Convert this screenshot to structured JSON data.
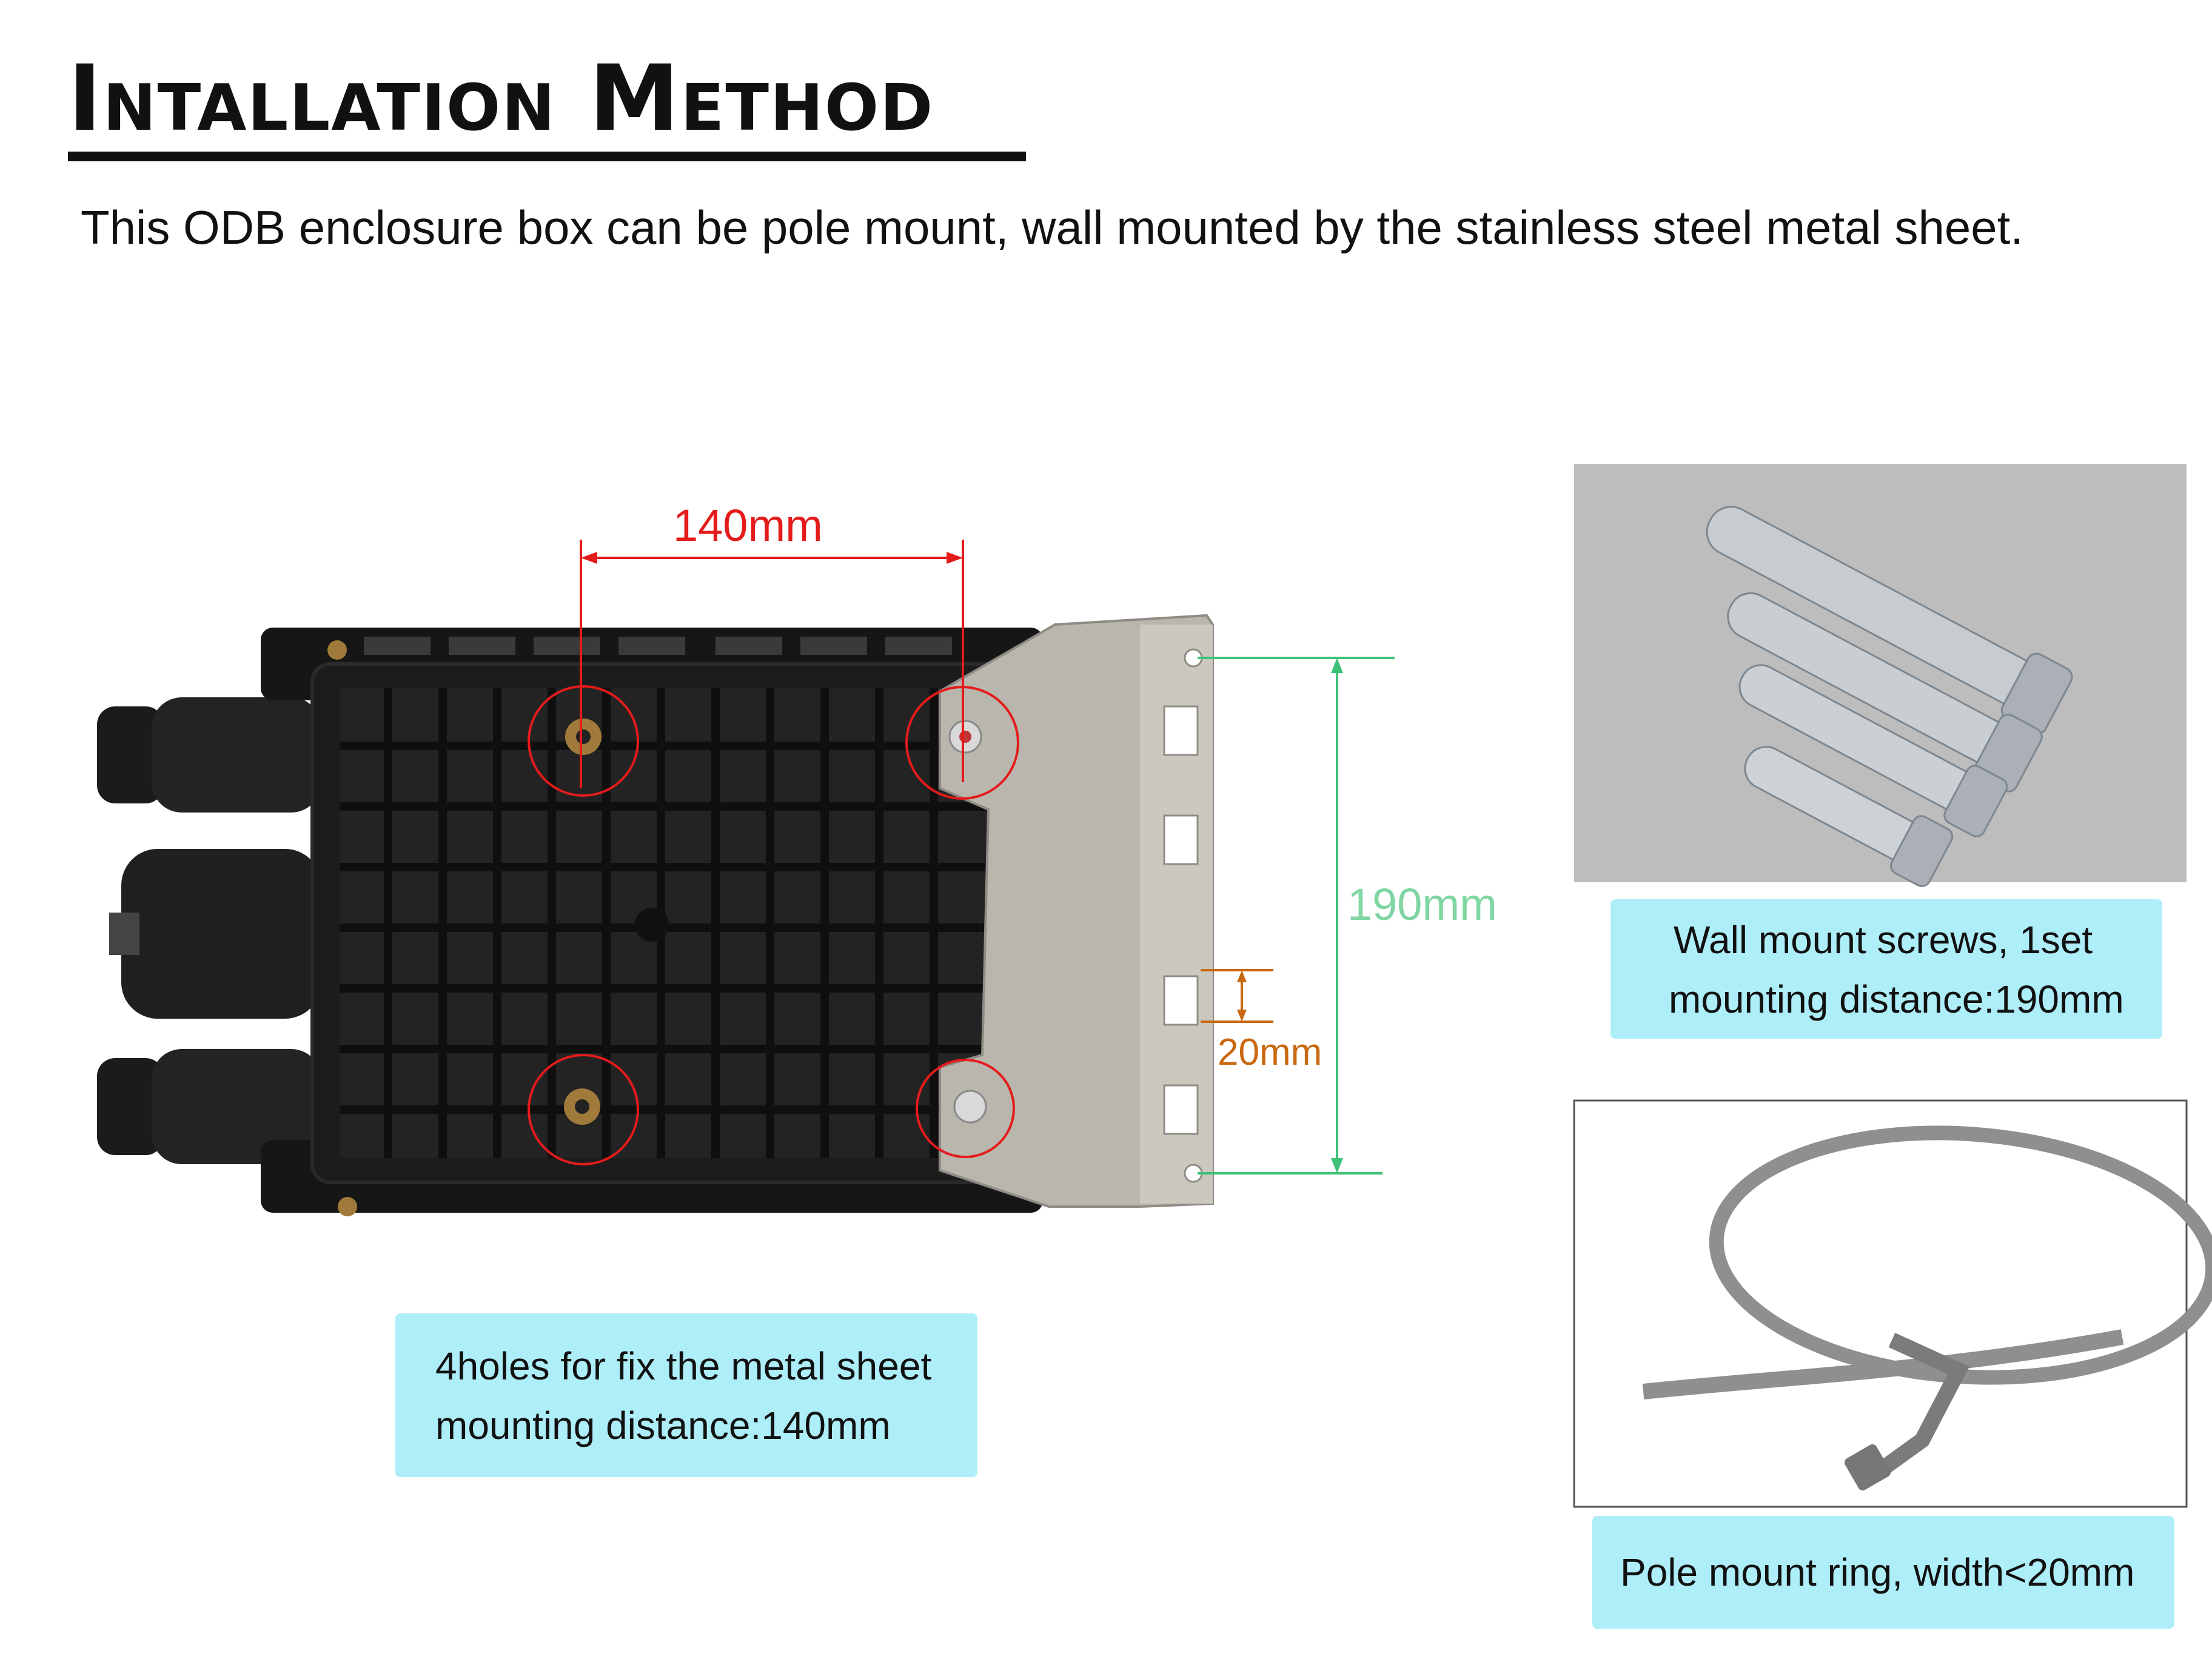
{
  "header": {
    "title": "Intallation Method",
    "description": "This ODB enclosure box can be pole mount, wall mounted by the stainless steel metal sheet."
  },
  "dimensions": {
    "horizontal_holes": "140mm",
    "vertical_holes": "190mm",
    "slot_spacing": "20mm"
  },
  "captions": {
    "holes": {
      "line1": "4holes for fix the metal sheet",
      "line2": "mounting distance:140mm"
    },
    "wall_screws": {
      "line1": "Wall mount screws, 1set",
      "line2": "mounting distance:190mm"
    },
    "pole_ring": {
      "line1": "Pole mount ring, width<20mm"
    }
  },
  "colors": {
    "dim_red": "#e51b1b",
    "dim_green": "#7fd6a2",
    "dim_orange": "#c9680f",
    "caption_bg": "#aeeef8"
  },
  "images": {
    "enclosure": "odb-enclosure-back-with-bracket",
    "screws": "expansion-bolts-photo",
    "ring": "stainless-hose-clamp-photo"
  }
}
